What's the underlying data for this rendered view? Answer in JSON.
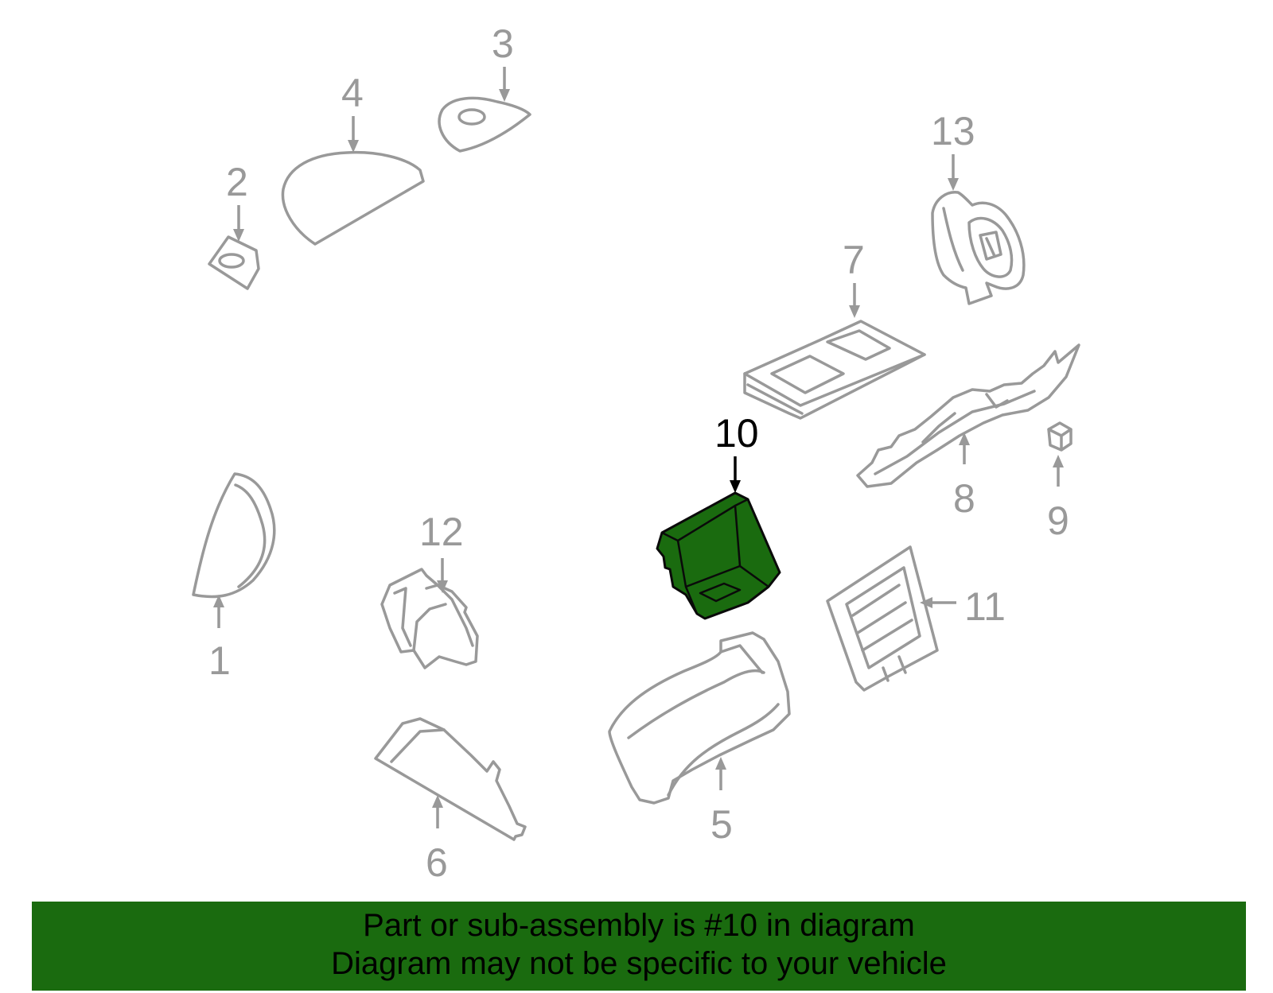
{
  "colors": {
    "highlight": "#1a6b0f",
    "parts": "#999999",
    "banner": "#1a6b0f"
  },
  "callouts": {
    "c1": "1",
    "c2": "2",
    "c3": "3",
    "c4": "4",
    "c5": "5",
    "c6": "6",
    "c7": "7",
    "c8": "8",
    "c9": "9",
    "c10": "10",
    "c11": "11",
    "c12": "12",
    "c13": "13"
  },
  "banner": {
    "line1": "Part or sub-assembly is #10 in diagram",
    "line2": "Diagram may not be specific to your vehicle"
  }
}
